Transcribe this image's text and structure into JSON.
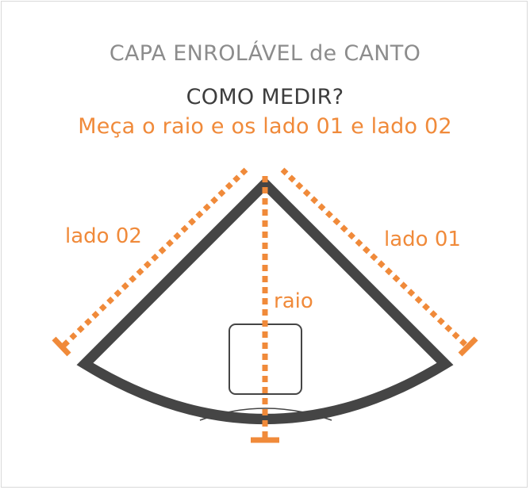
{
  "header": {
    "title": "CAPA ENROLÁVEL de CANTO",
    "subtitle": "COMO MEDIR?",
    "instruction": "Meça o raio e os lado 01 e lado 02"
  },
  "labels": {
    "side_left": "lado 02",
    "side_right": "lado 01",
    "radius": "raio"
  },
  "colors": {
    "accent": "#f08a3a",
    "frame": "#454545",
    "title_gray": "#8c8c8c",
    "subtitle_dark": "#3d3d3d"
  }
}
